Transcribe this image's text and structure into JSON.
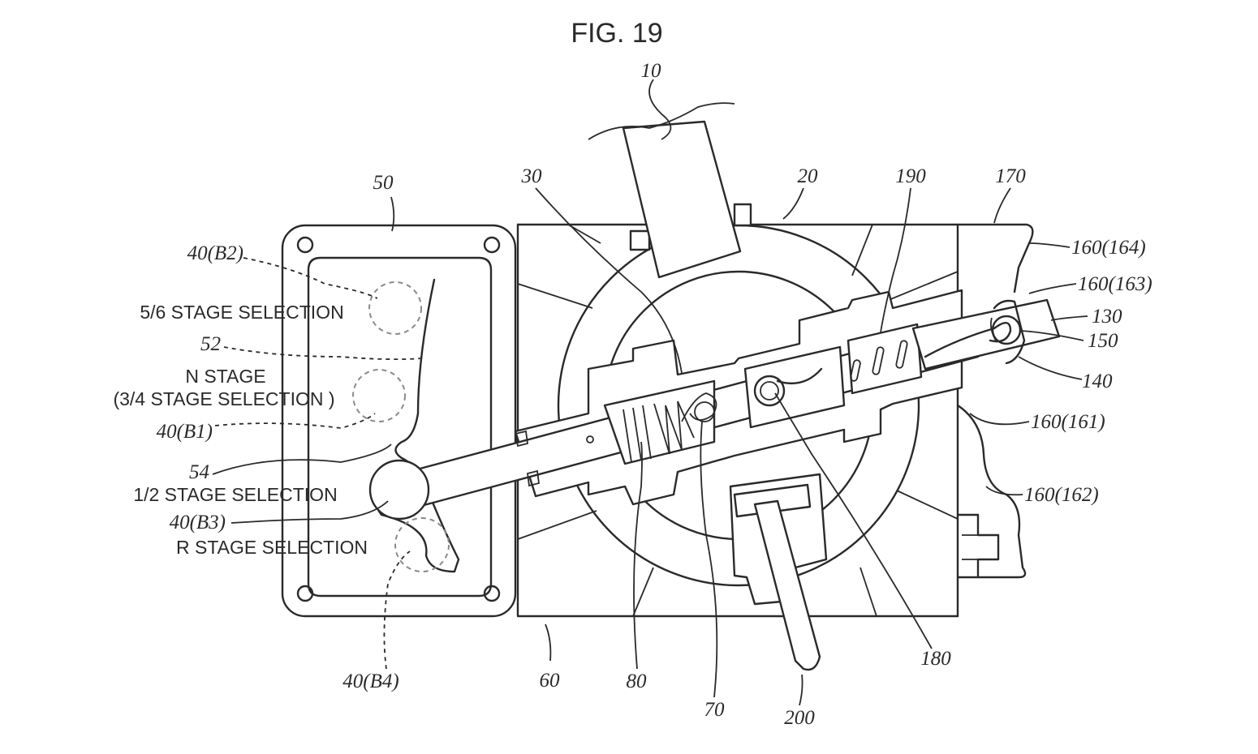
{
  "figure_title": "FIG. 19",
  "refs": {
    "r10": "10",
    "r20": "20",
    "r30": "30",
    "r50": "50",
    "r52": "52",
    "r54": "54",
    "r60": "60",
    "r70": "70",
    "r80": "80",
    "r130": "130",
    "r140": "140",
    "r150": "150",
    "r170": "170",
    "r180": "180",
    "r190": "190",
    "r200": "200",
    "r40b1": "40(B1)",
    "r40b2": "40(B2)",
    "r40b3": "40(B3)",
    "r40b4": "40(B4)",
    "r160_161": "160(161)",
    "r160_162": "160(162)",
    "r160_163": "160(163)",
    "r160_164": "160(164)"
  },
  "captions": {
    "stage_56": "5/6  STAGE SELECTION",
    "n_stage": "N  STAGE",
    "stage_34": "(3/4  STAGE SELECTION )",
    "stage_12": "1/2  STAGE SELECTION",
    "r_stage": "R  STAGE SELECTION"
  }
}
